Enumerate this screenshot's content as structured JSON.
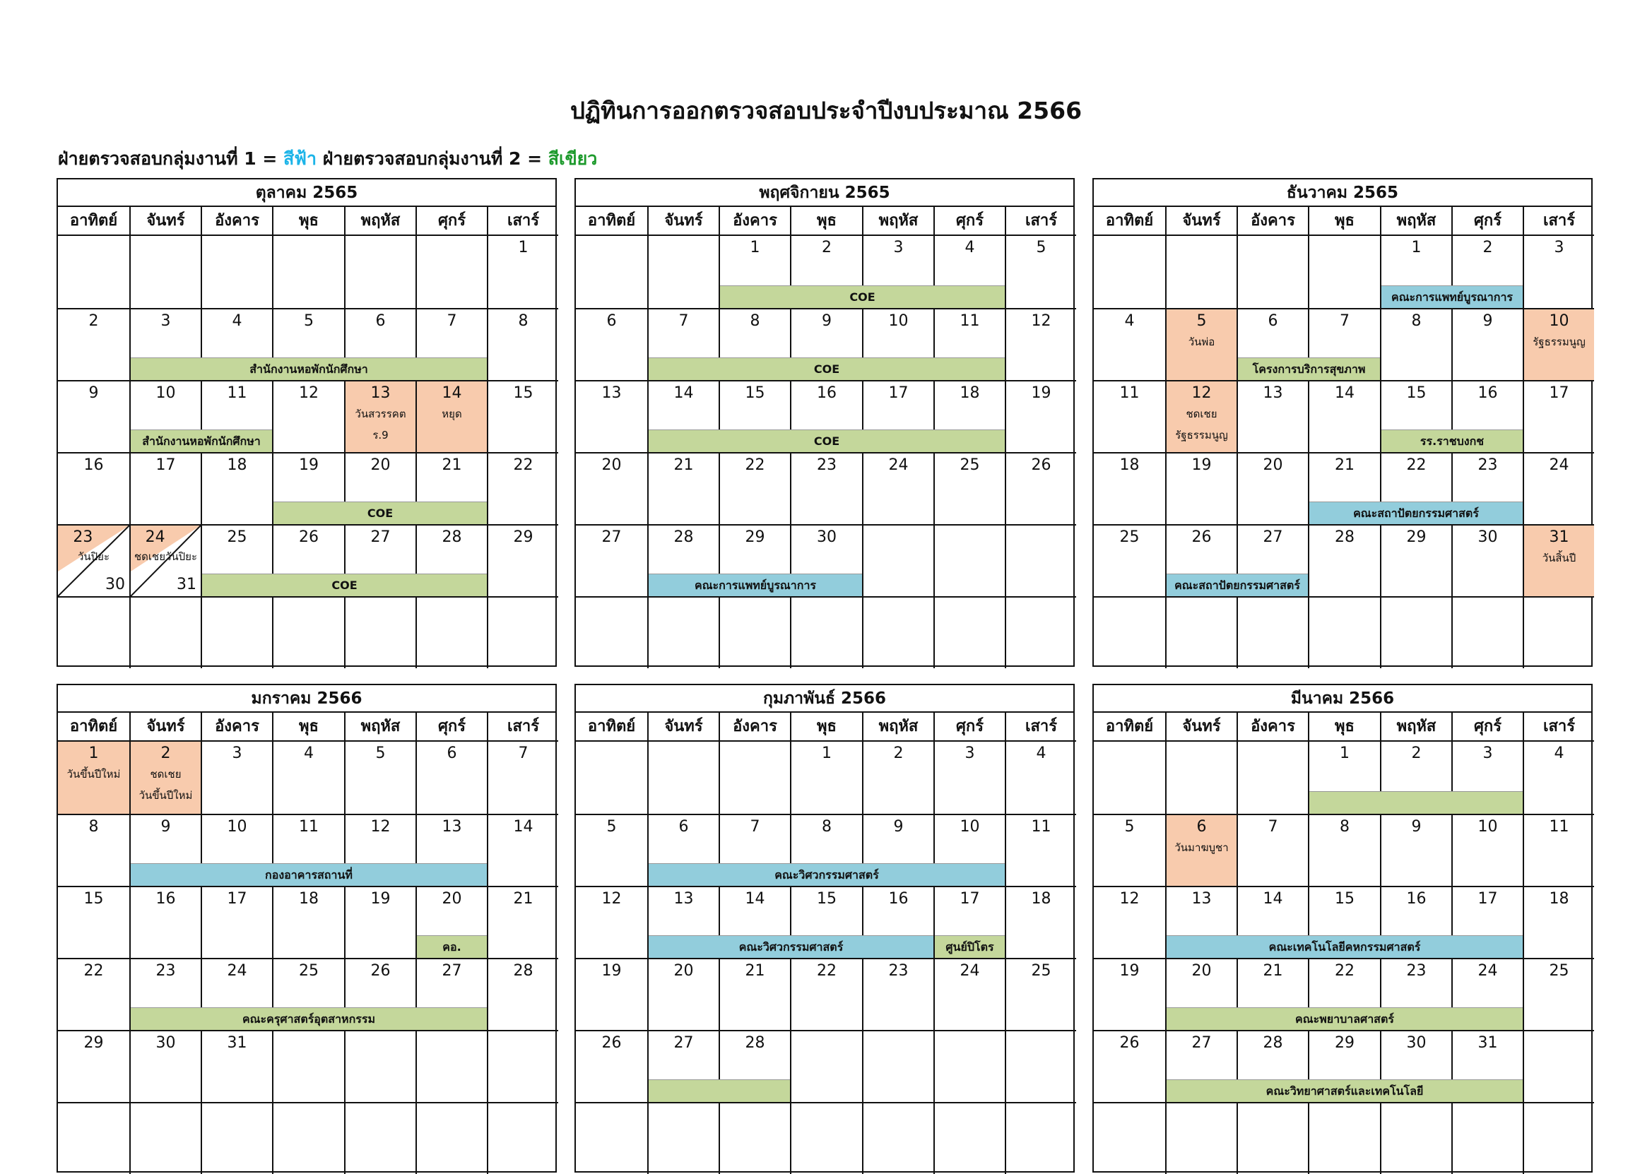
{
  "title": "ปฏิทินการออกตรวจสอบประจำปีงบประมาณ  2566",
  "legend": {
    "team1_label": "ฝ่ายตรวจสอบกลุ่มงานที่ 1 = ",
    "team1_color_name": "สีฟ้า",
    "team2_label": " ฝ่ายตรวจสอบกลุ่มงานที่ 2 = ",
    "team2_color_name": "สีเขียว"
  },
  "colors": {
    "blue_event": "#92cddc",
    "green_event": "#c4d79b",
    "holiday": "#f8cbad",
    "legend_blue": "#1cb4e8",
    "legend_green": "#1d9a2c"
  },
  "weekdays": [
    "อาทิตย์",
    "จันทร์",
    "อังคาร",
    "พุธ",
    "พฤหัส",
    "ศุกร์",
    "เสาร์"
  ],
  "months": [
    {
      "name": "ตุลาคม 2565",
      "weeks": [
        [
          "",
          "",
          "",
          "",
          "",
          "",
          "1"
        ],
        [
          "2",
          "3",
          "4",
          "5",
          "6",
          "7",
          "8"
        ],
        [
          "9",
          "10",
          "11",
          "12",
          "13",
          "14",
          "15"
        ],
        [
          "16",
          "17",
          "18",
          "19",
          "20",
          "21",
          "22"
        ],
        [
          "",
          "",
          "25",
          "26",
          "27",
          "28",
          "29"
        ],
        [
          "",
          "",
          "",
          "",
          "",
          "",
          ""
        ]
      ],
      "holidays": [
        {
          "week": 2,
          "day": 4,
          "notes": [
            "วันสวรรคต",
            "ร.9"
          ]
        },
        {
          "week": 2,
          "day": 5,
          "notes": [
            "หยุด"
          ]
        }
      ],
      "split_days": [
        {
          "week": 4,
          "day": 0,
          "top": "23",
          "bottom": "30",
          "notes": [
            "วันปิยะ"
          ]
        },
        {
          "week": 4,
          "day": 1,
          "top": "24",
          "bottom": "31",
          "notes": [
            "ชดเชยวันปิยะ"
          ]
        }
      ],
      "events": [
        {
          "week": 1,
          "start": 1,
          "end": 5,
          "color": "green",
          "label": "สำนักงานหอพักนักศึกษา"
        },
        {
          "week": 2,
          "start": 1,
          "end": 2,
          "color": "green",
          "label": "สำนักงานหอพักนักศึกษา"
        },
        {
          "week": 3,
          "start": 3,
          "end": 5,
          "color": "green",
          "label": "COE"
        },
        {
          "week": 4,
          "start": 2,
          "end": 5,
          "color": "green",
          "label": "COE"
        }
      ]
    },
    {
      "name": "พฤศจิกายน 2565",
      "weeks": [
        [
          "",
          "",
          "1",
          "2",
          "3",
          "4",
          "5"
        ],
        [
          "6",
          "7",
          "8",
          "9",
          "10",
          "11",
          "12"
        ],
        [
          "13",
          "14",
          "15",
          "16",
          "17",
          "18",
          "19"
        ],
        [
          "20",
          "21",
          "22",
          "23",
          "24",
          "25",
          "26"
        ],
        [
          "27",
          "28",
          "29",
          "30",
          "",
          "",
          ""
        ],
        [
          "",
          "",
          "",
          "",
          "",
          "",
          ""
        ]
      ],
      "holidays": [],
      "split_days": [],
      "events": [
        {
          "week": 0,
          "start": 2,
          "end": 5,
          "color": "green",
          "label": "COE"
        },
        {
          "week": 1,
          "start": 1,
          "end": 5,
          "color": "green",
          "label": "COE"
        },
        {
          "week": 2,
          "start": 1,
          "end": 5,
          "color": "green",
          "label": "COE"
        },
        {
          "week": 4,
          "start": 1,
          "end": 3,
          "color": "blue",
          "label": "คณะการแพทย์บูรณาการ"
        }
      ]
    },
    {
      "name": "ธันวาคม 2565",
      "weeks": [
        [
          "",
          "",
          "",
          "",
          "1",
          "2",
          "3"
        ],
        [
          "4",
          "5",
          "6",
          "7",
          "8",
          "9",
          "10"
        ],
        [
          "11",
          "12",
          "13",
          "14",
          "15",
          "16",
          "17"
        ],
        [
          "18",
          "19",
          "20",
          "21",
          "22",
          "23",
          "24"
        ],
        [
          "25",
          "26",
          "27",
          "28",
          "29",
          "30",
          "31"
        ],
        [
          "",
          "",
          "",
          "",
          "",
          "",
          ""
        ]
      ],
      "holidays": [
        {
          "week": 1,
          "day": 1,
          "notes": [
            "วันพ่อ"
          ]
        },
        {
          "week": 1,
          "day": 6,
          "notes": [
            "รัฐธรรมนูญ"
          ]
        },
        {
          "week": 2,
          "day": 1,
          "notes": [
            "ชดเชย",
            "รัฐธรรมนูญ"
          ]
        },
        {
          "week": 4,
          "day": 6,
          "notes": [
            "วันสิ้นปี"
          ]
        }
      ],
      "split_days": [],
      "events": [
        {
          "week": 0,
          "start": 4,
          "end": 5,
          "color": "blue",
          "label": "คณะการแพทย์บูรณาการ"
        },
        {
          "week": 1,
          "start": 2,
          "end": 3,
          "color": "green",
          "label": "โครงการบริการสุขภาพ"
        },
        {
          "week": 2,
          "start": 4,
          "end": 5,
          "color": "green",
          "label": "รร.ราชบงกช"
        },
        {
          "week": 3,
          "start": 3,
          "end": 5,
          "color": "blue",
          "label": "คณะสถาปัตยกรรมศาสตร์"
        },
        {
          "week": 4,
          "start": 1,
          "end": 2,
          "color": "blue",
          "label": "คณะสถาปัตยกรรมศาสตร์"
        }
      ]
    },
    {
      "name": "มกราคม 2566",
      "weeks": [
        [
          "1",
          "2",
          "3",
          "4",
          "5",
          "6",
          "7"
        ],
        [
          "8",
          "9",
          "10",
          "11",
          "12",
          "13",
          "14"
        ],
        [
          "15",
          "16",
          "17",
          "18",
          "19",
          "20",
          "21"
        ],
        [
          "22",
          "23",
          "24",
          "25",
          "26",
          "27",
          "28"
        ],
        [
          "29",
          "30",
          "31",
          "",
          "",
          "",
          ""
        ]
      ],
      "holidays": [
        {
          "week": 0,
          "day": 0,
          "notes": [
            "วันขึ้นปีใหม่"
          ]
        },
        {
          "week": 0,
          "day": 1,
          "notes": [
            "ชดเชย",
            "วันขึ้นปีใหม่"
          ]
        }
      ],
      "split_days": [],
      "events": [
        {
          "week": 1,
          "start": 1,
          "end": 5,
          "color": "blue",
          "label": "กองอาคารสถานที่"
        },
        {
          "week": 2,
          "start": 5,
          "end": 5,
          "color": "green",
          "label": "คอ."
        },
        {
          "week": 3,
          "start": 1,
          "end": 5,
          "color": "green",
          "label": "คณะครุศาสตร์อุตสาหกรรม"
        }
      ]
    },
    {
      "name": "กุมภาพันธ์ 2566",
      "weeks": [
        [
          "",
          "",
          "",
          "1",
          "2",
          "3",
          "4"
        ],
        [
          "5",
          "6",
          "7",
          "8",
          "9",
          "10",
          "11"
        ],
        [
          "12",
          "13",
          "14",
          "15",
          "16",
          "17",
          "18"
        ],
        [
          "19",
          "20",
          "21",
          "22",
          "23",
          "24",
          "25"
        ],
        [
          "26",
          "27",
          "28",
          "",
          "",
          "",
          ""
        ]
      ],
      "holidays": [],
      "split_days": [],
      "events": [
        {
          "week": 1,
          "start": 1,
          "end": 5,
          "color": "blue",
          "label": "คณะวิศวกรรมศาสตร์"
        },
        {
          "week": 2,
          "start": 1,
          "end": 4,
          "color": "blue",
          "label": "คณะวิศวกรรมศาสตร์"
        },
        {
          "week": 2,
          "start": 5,
          "end": 5,
          "color": "green",
          "label": "ศูนย์ปิโตร"
        },
        {
          "week": 4,
          "start": 1,
          "end": 2,
          "color": "green",
          "label": ""
        }
      ]
    },
    {
      "name": "มีนาคม 2566",
      "weeks": [
        [
          "",
          "",
          "",
          "1",
          "2",
          "3",
          "4"
        ],
        [
          "5",
          "6",
          "7",
          "8",
          "9",
          "10",
          "11"
        ],
        [
          "12",
          "13",
          "14",
          "15",
          "16",
          "17",
          "18"
        ],
        [
          "19",
          "20",
          "21",
          "22",
          "23",
          "24",
          "25"
        ],
        [
          "26",
          "27",
          "28",
          "29",
          "30",
          "31",
          ""
        ]
      ],
      "holidays": [
        {
          "week": 1,
          "day": 1,
          "notes": [
            "วันมาฆบูชา"
          ]
        }
      ],
      "split_days": [],
      "events": [
        {
          "week": 0,
          "start": 3,
          "end": 5,
          "color": "green",
          "label": ""
        },
        {
          "week": 2,
          "start": 1,
          "end": 5,
          "color": "blue",
          "label": "คณะเทคโนโลยีคหกรรมศาสตร์"
        },
        {
          "week": 3,
          "start": 1,
          "end": 5,
          "color": "green",
          "label": "คณะพยาบาลศาสตร์"
        },
        {
          "week": 4,
          "start": 1,
          "end": 5,
          "color": "green",
          "label": "คณะวิทยาศาสตร์และเทคโนโลยี"
        }
      ]
    }
  ]
}
